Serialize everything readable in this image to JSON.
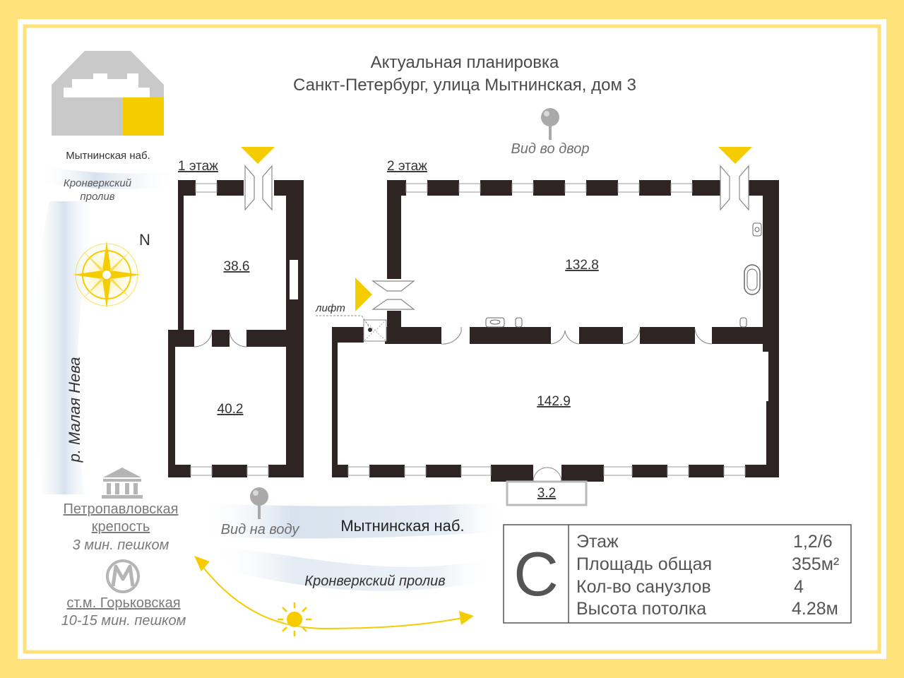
{
  "title": {
    "line1": "Актуальная планировка",
    "line2": "Санкт-Петербург, улица Мытнинская, дом 3"
  },
  "locator": {
    "street": "Мытнинская наб."
  },
  "compass": {
    "north": "N"
  },
  "floors": {
    "first": "1 этаж",
    "second": "2 этаж"
  },
  "rooms": {
    "r1": "38.6",
    "r2": "40.2",
    "r3": "132.8",
    "r4": "142.9",
    "r5": "3.2"
  },
  "labels": {
    "lift": "лифт",
    "view_yard": "Вид во двор",
    "view_water": "Вид на воду",
    "embankment": "Мытнинская наб.",
    "strait_top_1": "Кронверкский",
    "strait_top_2": "пролив",
    "strait_bottom": "Кронверкский пролив",
    "river": "р. Малая Нева"
  },
  "landmarks": {
    "fortress_name_1": "Петропавловская",
    "fortress_name_2": "крепость",
    "fortress_walk": "3 мин. пешком",
    "metro_name": "ст.м. Горьковская",
    "metro_walk": "10-15 мин. пешком"
  },
  "info": {
    "class_letter": "С",
    "rows": [
      {
        "label": "Этаж",
        "value": "1,2/6"
      },
      {
        "label": "Площадь общая",
        "value": "355м²"
      },
      {
        "label": "Кол-во санузлов",
        "value": "4"
      },
      {
        "label": "Высота потолка",
        "value": "4.28м"
      }
    ]
  },
  "colors": {
    "frame": "#FFE27A",
    "accent": "#F5CC00",
    "wall": "#2E2424",
    "water": "#DCE6F0",
    "text": "#3C3C3C",
    "muted": "#6F6F6F",
    "gray": "#BDBDBD"
  }
}
